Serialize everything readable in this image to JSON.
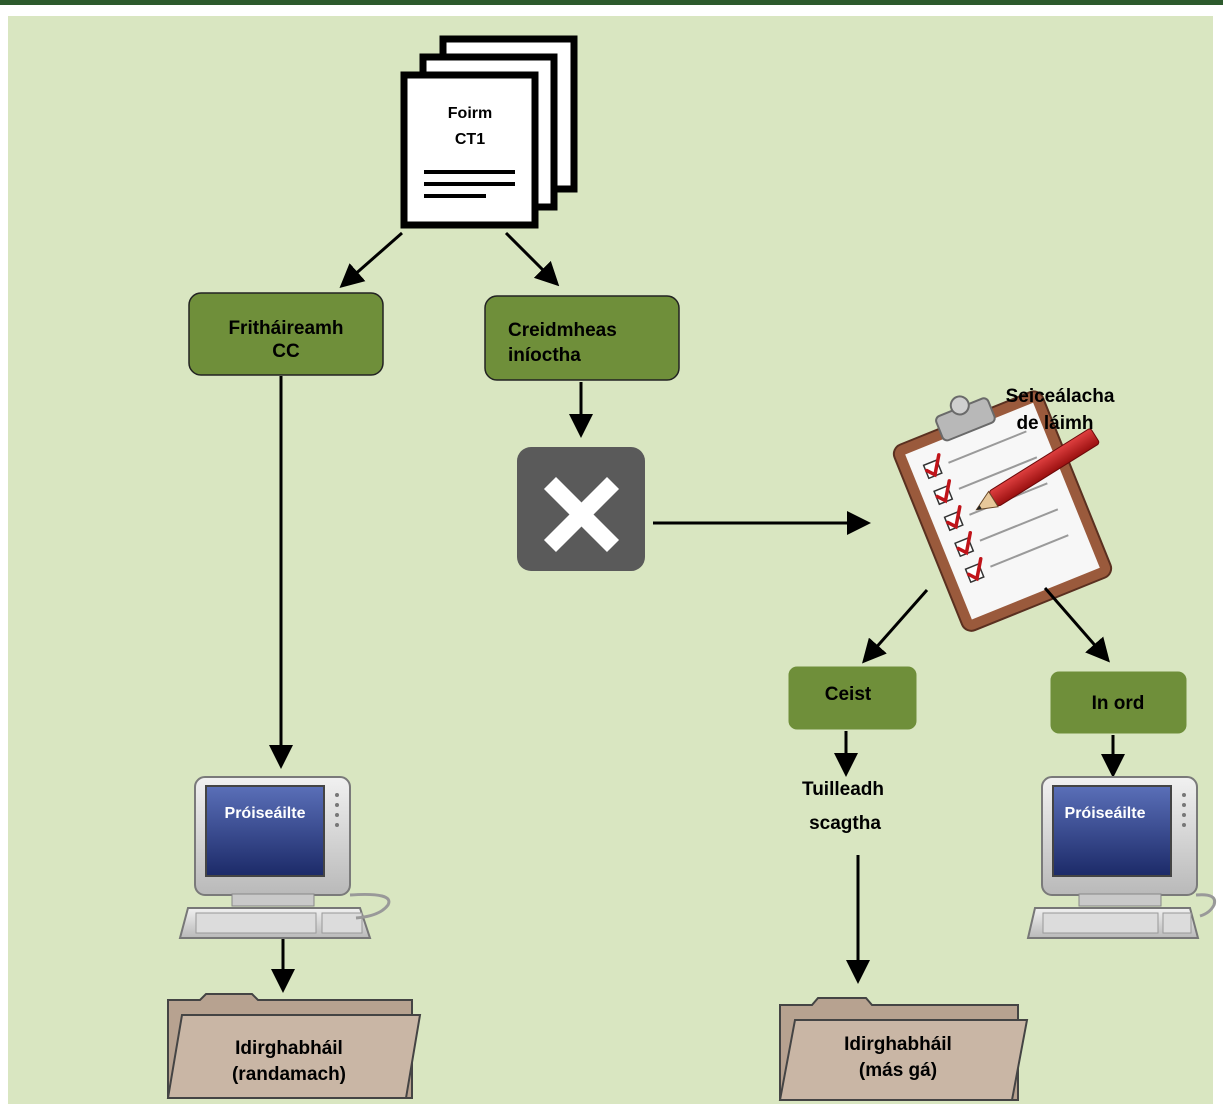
{
  "document": {
    "line1": "Foirm",
    "line2": "CT1"
  },
  "box_returns": {
    "line1": "Fritháireamh",
    "line2": "CC"
  },
  "box_credit": {
    "line1": "Creidmheas",
    "line2": "iníoctha"
  },
  "manual_checks": {
    "line1": "Seiceálacha",
    "line2": "de láimh"
  },
  "box_query": {
    "label": "Ceist"
  },
  "box_in_order": {
    "label": "In ord"
  },
  "further_screened": {
    "line1": "Tuilleadh",
    "line2": "scagtha"
  },
  "computer_left": {
    "screen_label": "Próiseáilte"
  },
  "computer_right": {
    "screen_label": "Próiseáilte"
  },
  "folder_left": {
    "line1": "Idirghabháil",
    "line2": "(randamach)"
  },
  "folder_right": {
    "line1": "Idirghabháil",
    "line2": "(más gá)"
  },
  "colors": {
    "box_fill": "#6f8f3a",
    "background": "#d9e6c1",
    "rule": "#2d5a2d",
    "reject_tile": "#5a5a5a",
    "folder": "#c2ae9c"
  },
  "icons": {
    "reject": "close-x-icon",
    "checklist": "clipboard-checklist-icon",
    "computer": "desktop-computer-icon",
    "folder": "folder-icon",
    "document": "document-stack-icon"
  }
}
